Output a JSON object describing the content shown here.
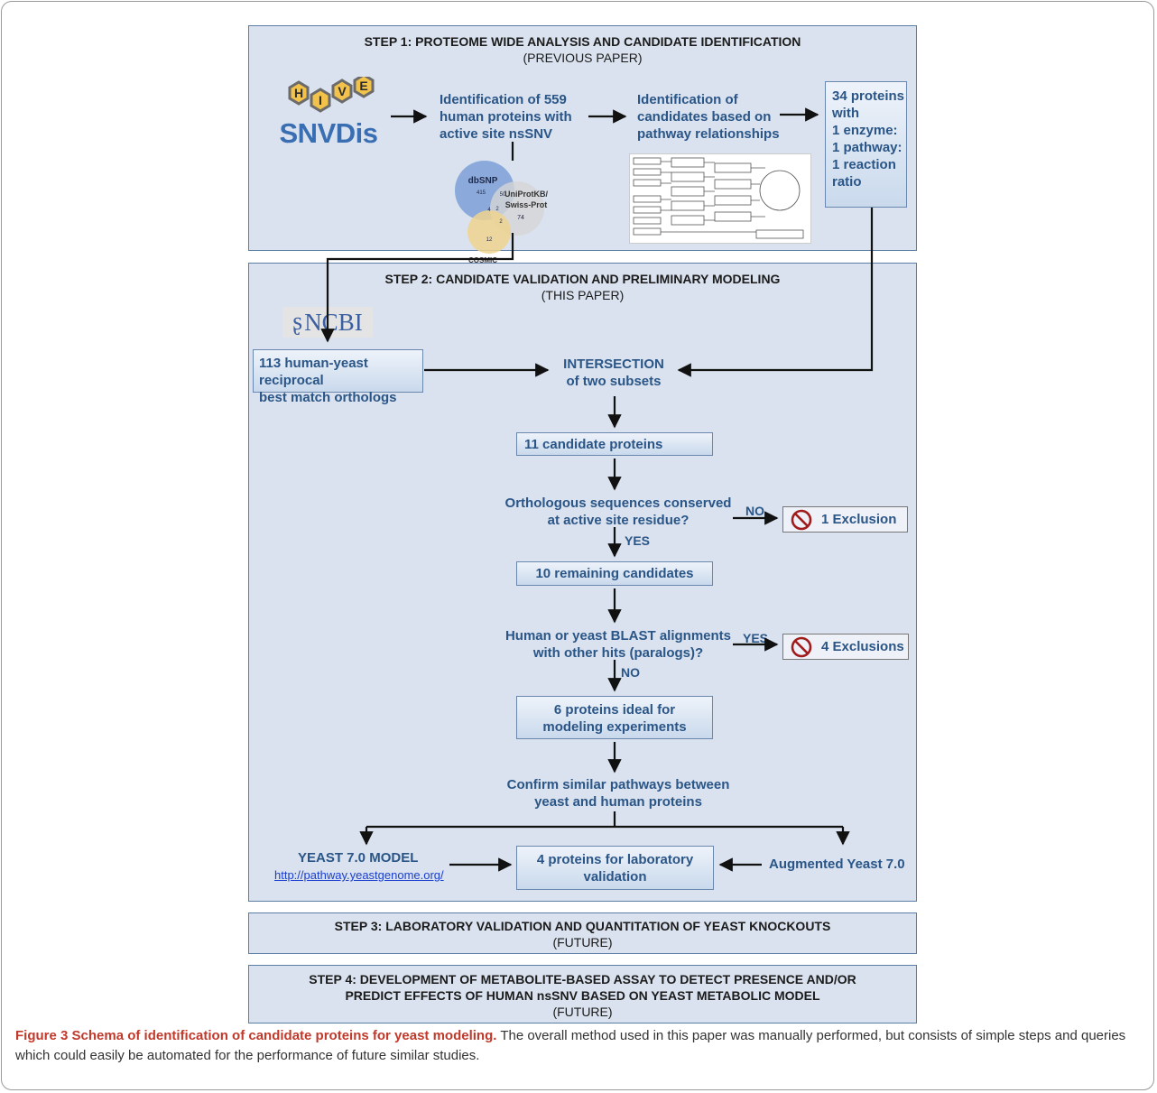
{
  "step1": {
    "title": "STEP 1: PROTEOME WIDE ANALYSIS  AND CANDIDATE IDENTIFICATION",
    "subtitle": "(PREVIOUS PAPER)"
  },
  "step2": {
    "title": "STEP 2: CANDIDATE VALIDATION AND PRELIMINARY MODELING",
    "subtitle": "(THIS PAPER)"
  },
  "step3": {
    "title": "STEP 3: LABORATORY VALIDATION AND QUANTITATION OF YEAST KNOCKOUTS",
    "subtitle": "(FUTURE)"
  },
  "step4": {
    "title_line1": "STEP 4: DEVELOPMENT OF METABOLITE-BASED ASSAY TO DETECT PRESENCE  AND/OR",
    "title_line2": "PREDICT EFFECTS OF HUMAN nsSNV BASED ON YEAST METABOLIC MODEL",
    "subtitle": "(FUTURE)"
  },
  "logo": {
    "hive_letters": [
      "H",
      "I",
      "V",
      "E"
    ],
    "snvdis": "SNVDis"
  },
  "identification": {
    "line1": "Identification of 559",
    "line2": "human proteins with",
    "line3": "active site nsSNV"
  },
  "candidates_pathway": {
    "line1": "Identification of",
    "line2": "candidates based on",
    "line3": "pathway relationships"
  },
  "proteins34": {
    "line1": "34 proteins",
    "line2": "with",
    "line3": "1 enzyme:",
    "line4": "1 pathway:",
    "line5": "1 reaction",
    "line6": "ratio"
  },
  "venn": {
    "dbsnp": "dbSNP",
    "uniprot1": "UniProtKB/",
    "uniprot2": "Swiss-Prot",
    "cosmic": "COSMIC",
    "n415": "415",
    "n50": "50",
    "n4": "4",
    "n2a": "2",
    "n2b": "2",
    "n74": "74",
    "n12": "12"
  },
  "ncbi": "NCBI",
  "orthologs": {
    "line1": "113 human-yeast reciprocal",
    "line2": "best match orthologs"
  },
  "intersection": {
    "line1": "INTERSECTION",
    "line2": "of two subsets"
  },
  "c11": "11 candidate proteins",
  "q1": {
    "line1": "Orthologous sequences conserved",
    "line2": "at active site residue?"
  },
  "no1": "NO",
  "yes1": "YES",
  "ex1": "1 Exclusion",
  "c10": "10 remaining candidates",
  "q2": {
    "line1": "Human or yeast BLAST alignments",
    "line2": "with other hits (paralogs)?"
  },
  "yes2": "YES",
  "no2": "NO",
  "ex4": "4 Exclusions",
  "c6": {
    "line1": "6 proteins ideal for",
    "line2": "modeling experiments"
  },
  "confirm": {
    "line1": "Confirm similar pathways between",
    "line2": "yeast and human proteins"
  },
  "yeast_model": {
    "title": "YEAST 7.0 MODEL",
    "url": "http://pathway.yeastgenome.org/"
  },
  "c4": {
    "line1": "4 proteins for laboratory",
    "line2": "validation"
  },
  "augmented": "Augmented Yeast 7.0",
  "caption": {
    "bold": "Figure 3 Schema of identification of candidate proteins for yeast modeling.",
    "text": " The overall method used in this paper was manually performed, but consists of simple steps and queries which could easily be automated for the performance of future similar studies."
  },
  "colors": {
    "panel_fill": "#d9e2ee",
    "panel_border": "#5b7ea6",
    "text_blue": "#2a5587",
    "caption_red": "#c0392b",
    "exclusion_red": "#a01c1c"
  }
}
